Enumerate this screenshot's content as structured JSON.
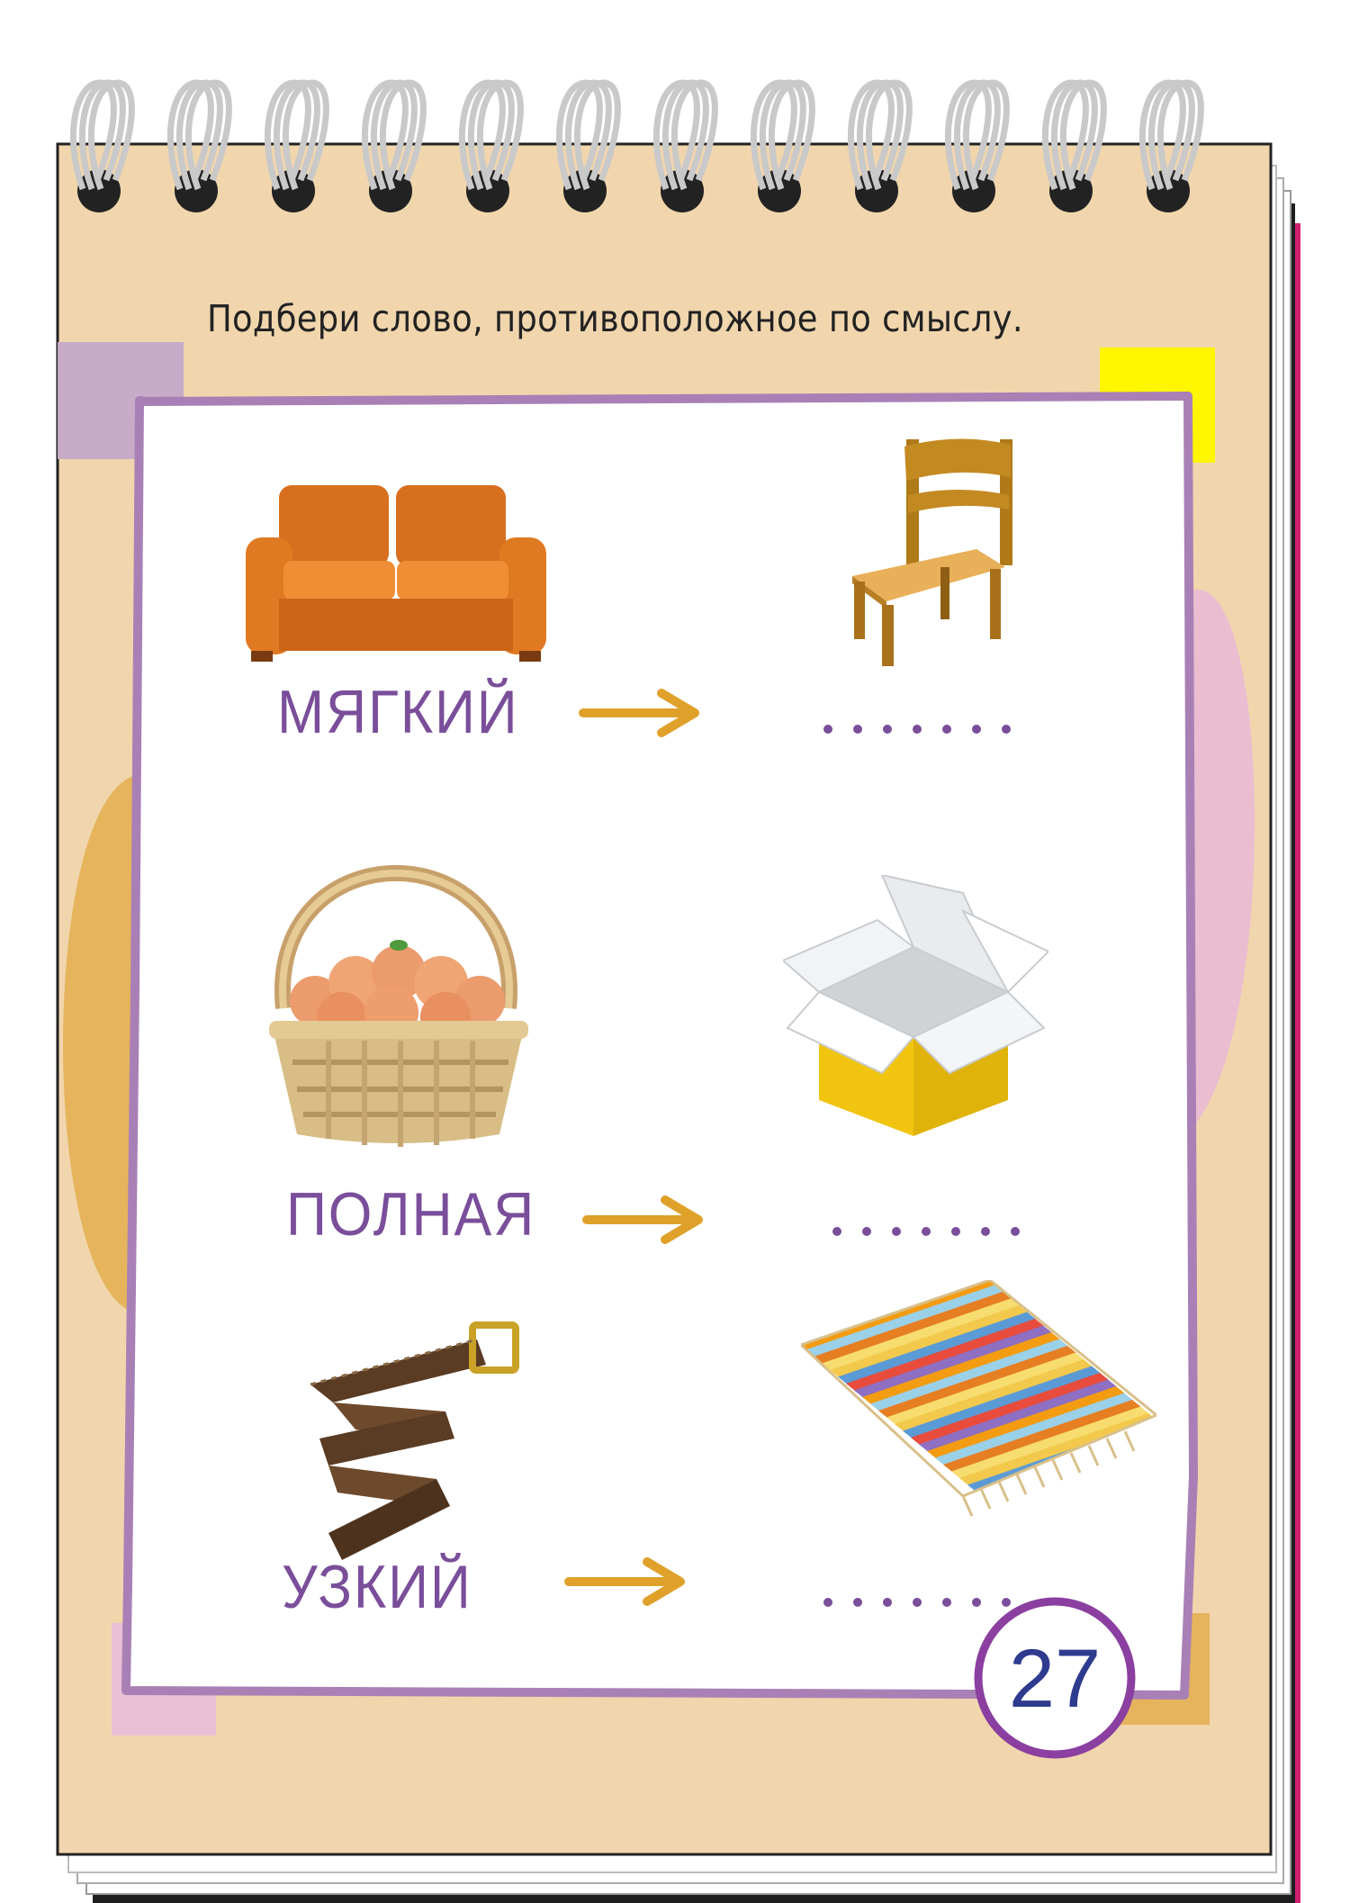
{
  "instruction": "Подбери слово, противоположное по смыслу.",
  "page_number": "27",
  "rows": [
    {
      "word": "МЯГКИЙ",
      "left_icon": "sofa-icon",
      "right_icon": "chair-icon",
      "answer_placeholder": "......."
    },
    {
      "word": "ПОЛНАЯ",
      "left_icon": "basket-of-peaches-icon",
      "right_icon": "open-box-icon",
      "answer_placeholder": "......."
    },
    {
      "word": "УЗКИЙ",
      "left_icon": "belt-icon",
      "right_icon": "striped-rug-icon",
      "answer_placeholder": "......."
    }
  ],
  "colors": {
    "notebook": "#f1d6ad",
    "frame": "#a980b6",
    "word": "#7a4e9a",
    "arrow": "#e0a12b",
    "page_number_text": "#2e3b8f"
  }
}
